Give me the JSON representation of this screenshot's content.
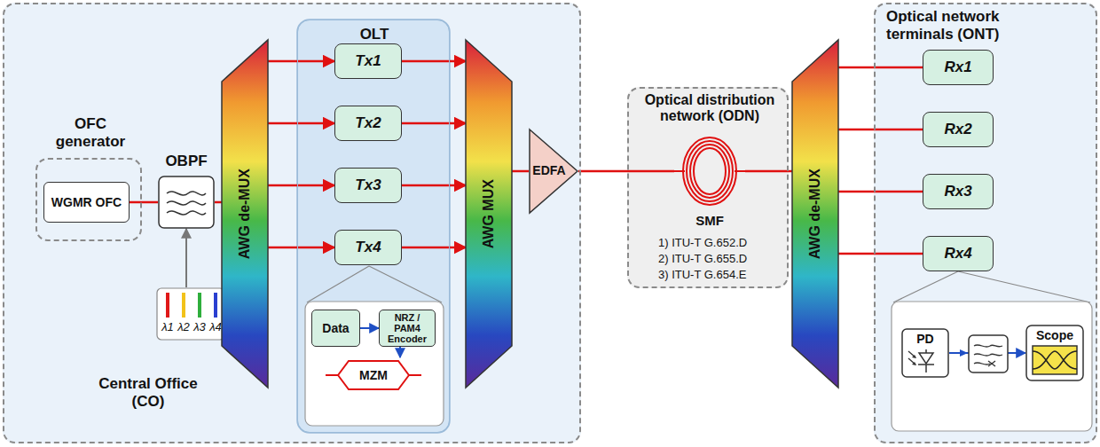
{
  "diagram": {
    "nodes": [
      {
        "text": [
          "Central Office (CO)"
        ]
      },
      {
        "text": [
          "OFC generator"
        ],
        "in": 0
      },
      {
        "text": [
          "WGMR OFC"
        ],
        "in": 1
      },
      {
        "text": [
          "OBPF"
        ],
        "in": 0
      },
      {
        "text": [
          "λ1",
          "λ2",
          "λ3",
          "λ4"
        ],
        "in": 0
      },
      {
        "text": [
          "AWG de-MUX"
        ],
        "in": 0
      },
      {
        "text": [
          "OLT"
        ],
        "in": 0
      },
      {
        "text": [
          "Tx1"
        ],
        "in": 6
      },
      {
        "text": [
          "Tx2"
        ],
        "in": 6
      },
      {
        "text": [
          "Tx3"
        ],
        "in": 6
      },
      {
        "text": [
          "Tx4"
        ],
        "in": 6
      },
      {
        "text": [
          "Data"
        ],
        "in": 6
      },
      {
        "text": [
          "NRZ / PAM4 Encoder"
        ],
        "in": 6
      },
      {
        "text": [
          "MZM"
        ],
        "in": 6
      },
      {
        "text": [
          "AWG MUX"
        ],
        "in": 0
      },
      {
        "text": [
          "EDFA"
        ],
        "in": 0
      },
      {
        "text": [
          "Optical distribution network (ODN)"
        ]
      },
      {
        "text": [
          "SMF"
        ],
        "in": 16
      },
      {
        "text": [
          "AWG de-MUX"
        ]
      },
      {
        "text": [
          "Optical network terminals (ONT)"
        ]
      },
      {
        "text": [
          "Rx1"
        ],
        "in": 19
      },
      {
        "text": [
          "Rx2"
        ],
        "in": 19
      },
      {
        "text": [
          "Rx3"
        ],
        "in": 19
      },
      {
        "text": [
          "Rx4"
        ],
        "in": 19
      },
      {
        "text": [
          "PD"
        ],
        "in": 19
      },
      {
        "text": [
          "Scope"
        ],
        "in": 19
      }
    ],
    "edges": [
      {
        "from": 2,
        "to": 3,
        "arrow": "none"
      },
      {
        "from": 4,
        "to": 3,
        "arrow": "to"
      },
      {
        "from": 3,
        "to": 5,
        "arrow": "none"
      },
      {
        "from": 5,
        "to": 7,
        "arrow": "to"
      },
      {
        "from": 5,
        "to": 8,
        "arrow": "to"
      },
      {
        "from": 5,
        "to": 9,
        "arrow": "to"
      },
      {
        "from": 5,
        "to": 10,
        "arrow": "to"
      },
      {
        "from": 7,
        "to": 14,
        "arrow": "to"
      },
      {
        "from": 8,
        "to": 14,
        "arrow": "to"
      },
      {
        "from": 9,
        "to": 14,
        "arrow": "to"
      },
      {
        "from": 10,
        "to": 14,
        "arrow": "to"
      },
      {
        "from": 14,
        "to": 15,
        "arrow": "none"
      },
      {
        "from": 15,
        "to": 17,
        "arrow": "none"
      },
      {
        "from": 17,
        "to": 18,
        "arrow": "none"
      },
      {
        "from": 18,
        "to": 20,
        "arrow": "none"
      },
      {
        "from": 18,
        "to": 21,
        "arrow": "none"
      },
      {
        "from": 18,
        "to": 22,
        "arrow": "none"
      },
      {
        "from": 18,
        "to": 23,
        "arrow": "none"
      },
      {
        "from": 11,
        "to": 12,
        "arrow": "to"
      },
      {
        "from": 12,
        "to": 13,
        "arrow": "to"
      },
      {
        "from": 24,
        "to": 25,
        "arrow": "to"
      }
    ],
    "labels": [
      "1) ITU-T G.652.D",
      "2) ITU-T G.655.D",
      "3) ITU-T G.654.E"
    ]
  }
}
